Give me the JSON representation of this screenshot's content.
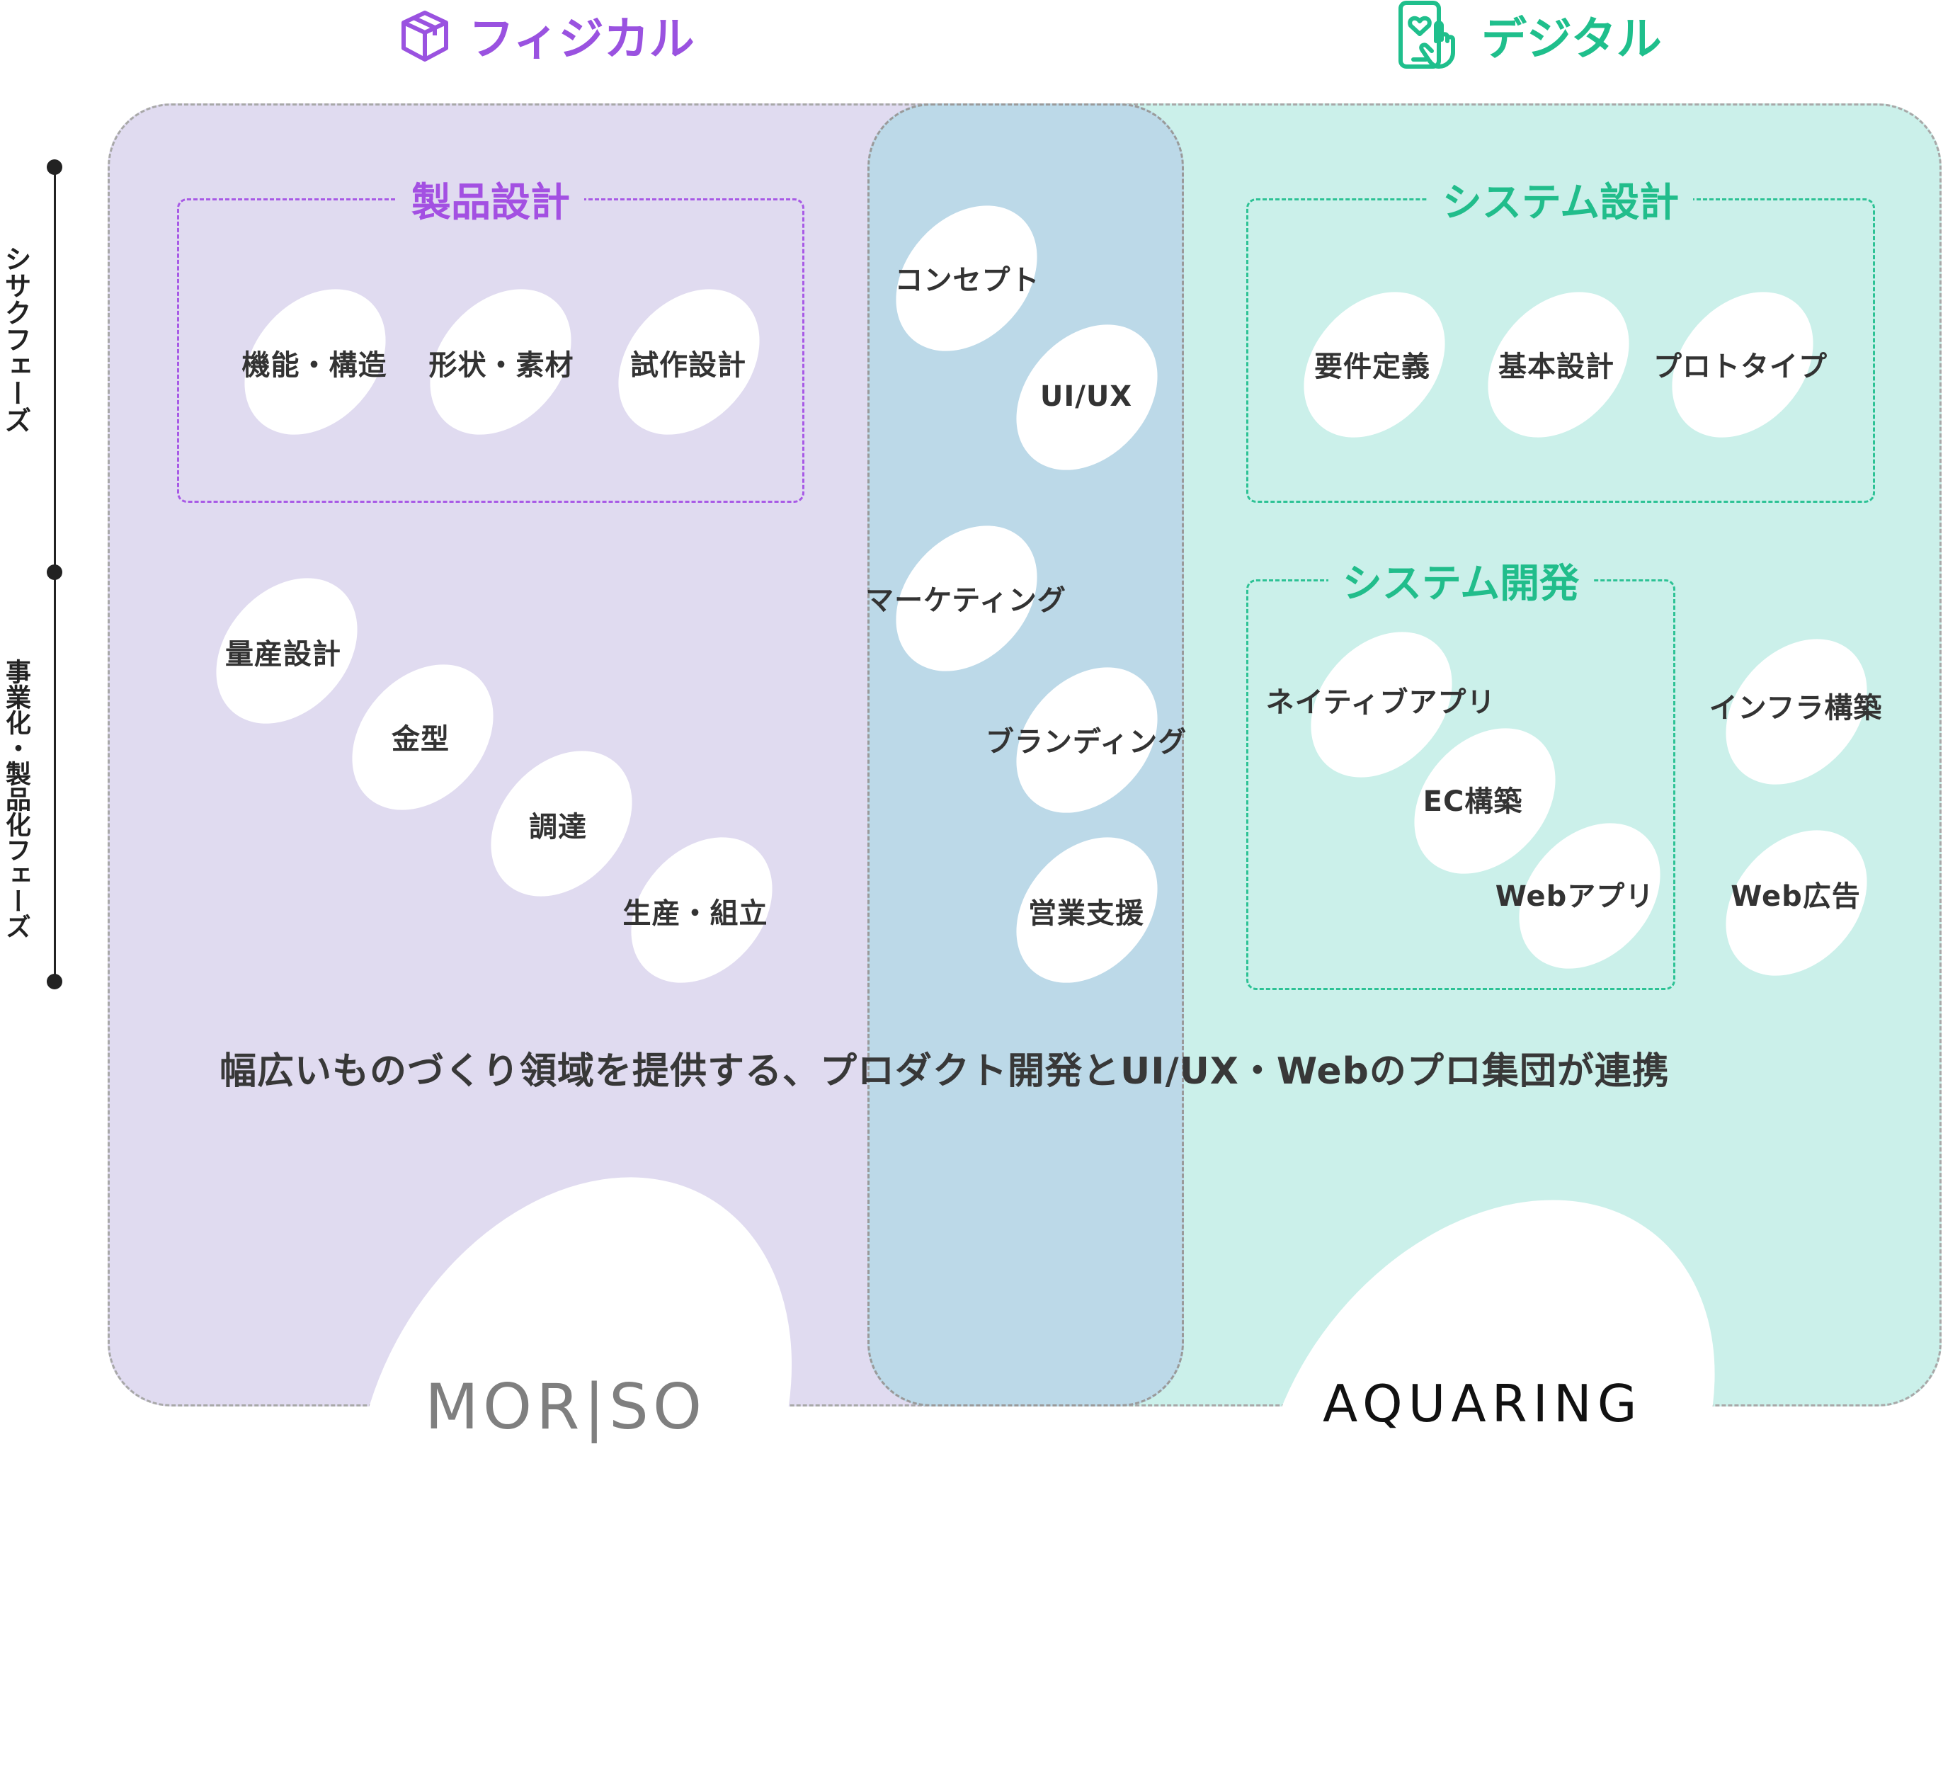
{
  "headers": {
    "physical": "フィジカル",
    "digital": "デジタル"
  },
  "colors": {
    "physical_accent": "#9a52e0",
    "digital_accent": "#1fbf8c",
    "physical_bg": "#e0dbf0",
    "digital_bg": "#cbf0ea",
    "overlap_bg": "#bcd9e8"
  },
  "icons": {
    "physical": "box-icon",
    "digital": "smartphone-touch-icon"
  },
  "phases": {
    "cycle": "シサクフェーズ",
    "production": "事業化・製品化フェーズ"
  },
  "groups": {
    "product_design": "製品設計",
    "system_design": "システム設計",
    "system_dev": "システム開発"
  },
  "items": {
    "function_structure": "機能・構造",
    "shape_material": "形状・素材",
    "prototype_design": "試作設計",
    "mass_design": "量産設計",
    "mold": "金型",
    "procurement": "調達",
    "production_assembly": "生産・組立",
    "concept": "コンセプト",
    "uiux": "UI/UX",
    "marketing": "マーケティング",
    "branding": "ブランディング",
    "sales_support": "営業支援",
    "requirements": "要件定義",
    "basic_design": "基本設計",
    "prototype": "プロトタイプ",
    "native_app": "ネイティブアプリ",
    "ec": "EC構築",
    "web_app": "Webアプリ",
    "infra": "インフラ構築",
    "web_ads": "Web広告"
  },
  "tagline": "幅広いものづくり領域を提供する、プロダクト開発とUI/UX・Webのプロ集団が連携",
  "logos": {
    "left": "MOR|SO",
    "right": "AQUARING"
  }
}
